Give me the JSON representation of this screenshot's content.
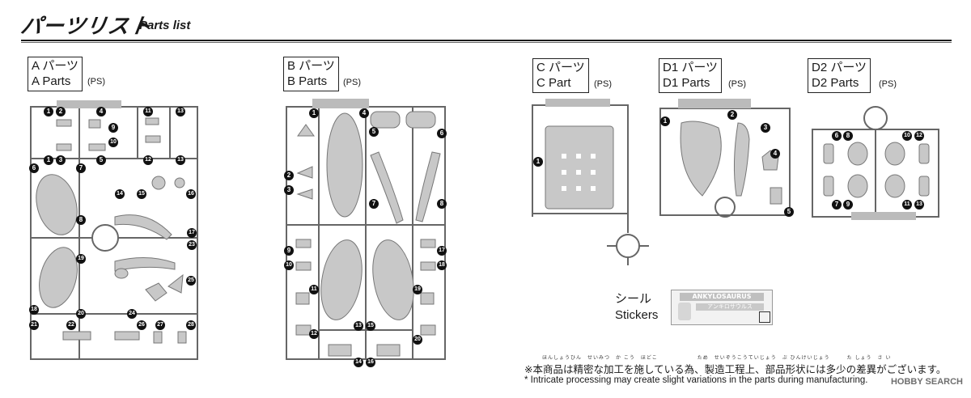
{
  "header": {
    "title": "パーツリスト",
    "subtitle": "Parts list"
  },
  "parts": {
    "a": {
      "jp": "A パーツ",
      "en": "A Parts",
      "material": "(PS)",
      "numbers": [
        "1",
        "2",
        "4",
        "11",
        "13",
        "9",
        "10",
        "1",
        "3",
        "5",
        "7",
        "12",
        "13",
        "6",
        "14",
        "15",
        "16",
        "8",
        "17",
        "23",
        "19",
        "25",
        "18",
        "20",
        "24",
        "21",
        "22",
        "26",
        "27",
        "28"
      ]
    },
    "b": {
      "jp": "B パーツ",
      "en": "B Parts",
      "material": "(PS)",
      "numbers": [
        "1",
        "4",
        "5",
        "6",
        "2",
        "3",
        "7",
        "8",
        "9",
        "10",
        "11",
        "17",
        "18",
        "19",
        "12",
        "13",
        "15",
        "20",
        "14",
        "16"
      ]
    },
    "c": {
      "jp": "C パーツ",
      "en": "C Part",
      "material": "(PS)",
      "numbers": [
        "1"
      ]
    },
    "d1": {
      "jp": "D1 パーツ",
      "en": "D1 Parts",
      "material": "(PS)",
      "numbers": [
        "1",
        "2",
        "3",
        "4",
        "5"
      ]
    },
    "d2": {
      "jp": "D2 パーツ",
      "en": "D2 Parts",
      "material": "(PS)",
      "numbers": [
        "6",
        "8",
        "10",
        "12",
        "7",
        "9",
        "11",
        "13"
      ]
    }
  },
  "stickers": {
    "jp": "シール",
    "en": "Stickers",
    "logo": "ANKYLOSAURUS",
    "name": "アンキロサウルス"
  },
  "notes": {
    "ruby": "ほんしょうひん　せいみつ　か こう　ほどこ　　　　　　　ため　せいぞうこうていじょう　ぶ ひんけいじょう　　　た しょう　さ い",
    "jp": "※本商品は精密な加工を施している為、製造工程上、部品形状には多少の差異がございます。",
    "en": "* Intricate processing may create slight variations in the parts during manufacturing."
  },
  "watermark": "HOBBY SEARCH"
}
